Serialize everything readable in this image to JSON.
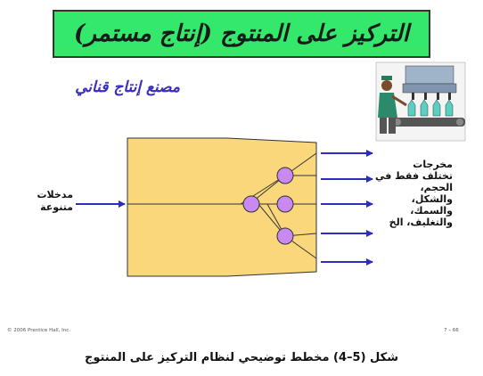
{
  "title": "التركيز على المنتوج (إنتاج مستمر)",
  "subtitle": "مصنع إنتاج قناني",
  "inputs_label": [
    "مدخلات",
    "متنوعة"
  ],
  "outputs_label": [
    "مخرجات",
    "تختلف فقط في",
    "الحجم،",
    "والشكل،",
    "والسمك،",
    "والتغليف، الخ"
  ],
  "credit": "© 2006 Prentice Hall, Inc.",
  "page_number": "7 – 66",
  "caption": "شكل (5–4) مخطط توضيحي لنظام التركيز على المنتوج",
  "colors": {
    "title_bg": "#33e86a",
    "funnel_fill": "#f9d77a",
    "node_fill": "#c88af0",
    "arrow": "#2c2cc0",
    "subtitle": "#3a2fbf"
  },
  "icons": [
    "factory-worker-clipart"
  ]
}
